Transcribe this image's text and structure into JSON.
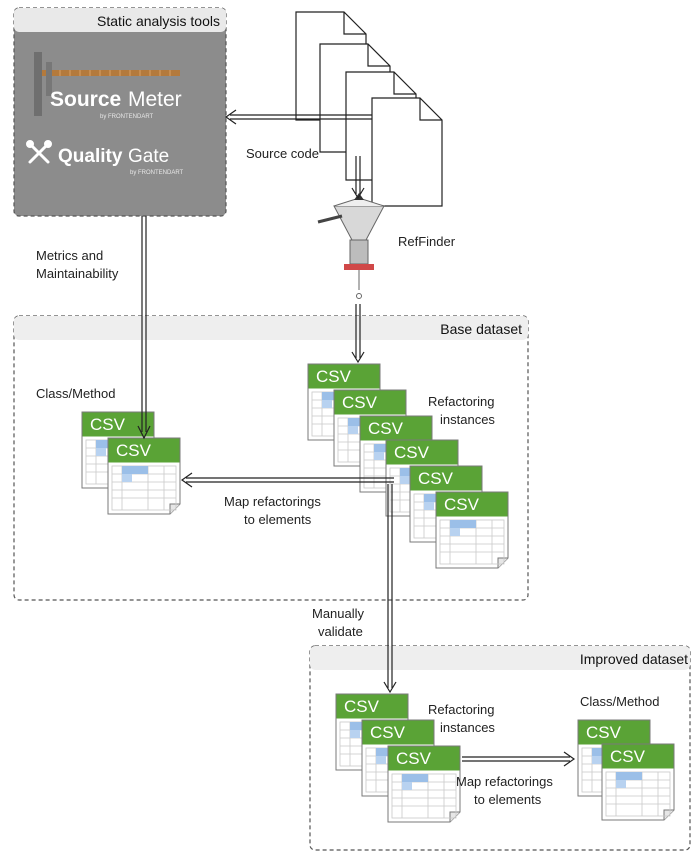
{
  "panels": {
    "tools": {
      "title": "Static analysis tools"
    },
    "base": {
      "title": "Base dataset"
    },
    "improved": {
      "title": "Improved dataset"
    }
  },
  "logos": {
    "sourcemeter": {
      "word1": "Source",
      "word2": "Meter",
      "byline": "by FRONTENDART"
    },
    "qualitygate": {
      "word1": "Quality",
      "word2": "Gate",
      "byline": "by FRONTENDART"
    }
  },
  "labels": {
    "source_code": "Source code",
    "reffinder": "RefFinder",
    "metrics_line1": "Metrics and",
    "metrics_line2": "Maintainability",
    "class_method_base": "Class/Method",
    "refactoring_base_line1": "Refactoring",
    "refactoring_base_line2": "instances",
    "map_base_line1": "Map refactorings",
    "map_base_line2": "to elements",
    "manual_line1": "Manually",
    "manual_line2": "validate",
    "refactoring_imp_line1": "Refactoring",
    "refactoring_imp_line2": "instances",
    "class_method_imp": "Class/Method",
    "map_imp_line1": "Map refactorings",
    "map_imp_line2": "to elements"
  },
  "csv": {
    "label": "CSV"
  },
  "colors": {
    "panel_fill": "#f2f2f2",
    "tools_fill": "#8c8c8c",
    "csv_green": "#5aa336",
    "csv_highlight": "#9bbfe8"
  }
}
